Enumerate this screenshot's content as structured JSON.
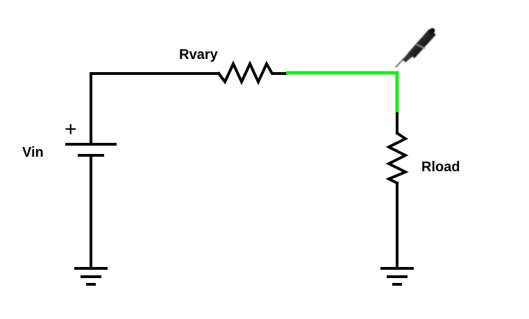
{
  "labels": {
    "rvary": "Rvary",
    "rload": "Rload",
    "vin": "Vin",
    "battery_plus": "+"
  },
  "colors": {
    "wire": "#000000",
    "highlight": "#1fe81f",
    "background": "#ffffff"
  },
  "icons": {
    "probe": "voltage-probe-icon",
    "ground": "ground-icon",
    "battery": "battery-icon",
    "resistor": "resistor-icon"
  }
}
